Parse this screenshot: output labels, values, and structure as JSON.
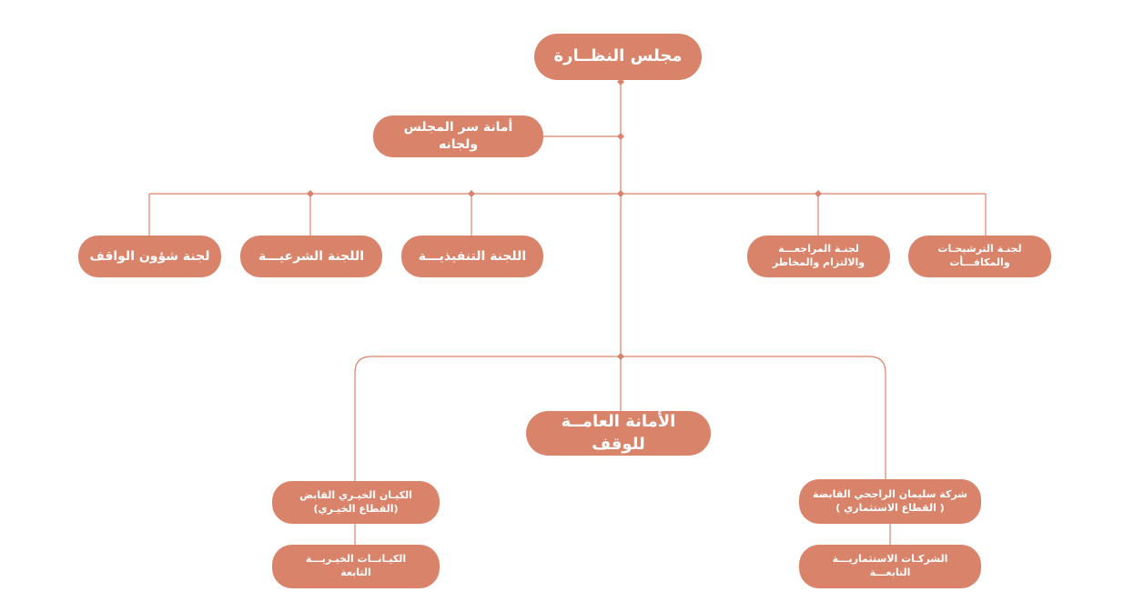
{
  "nodes": {
    "board": "مجلس النظــارة",
    "secretariat": "أمانة سر المجلس ولجانه",
    "waqif_affairs": "لجنة شؤون الواقف",
    "sharia": "اللجنة الشرعيـــة",
    "executive": "اللجنة التنفيذيـــة",
    "audit_line1": "لجنـة المراجعـــة",
    "audit_line2": "والالتزام والمخاطر",
    "nominations_line1": "لجنـة الترشيحـات",
    "nominations_line2": "والمكافـــأت",
    "general_secretariat": "الأمانة العامــة للوقف",
    "charity_holding_line1": "الكيـان الخيـري القابض",
    "charity_holding_line2": "(القطاع الخيـري)",
    "charity_entities_line1": "الكيـانــات الخيـريـــة",
    "charity_entities_line2": "التابعة",
    "sulaiman_holding_line1": "شركة سليمان الراجحي القابضة",
    "sulaiman_holding_line2": "( القطاع الاستثماري )",
    "investment_companies_line1": "الشركـات الاستثماريـــة",
    "investment_companies_line2": "التابعـــة"
  },
  "colors": {
    "node_fill": "#d9846a",
    "connector": "#d9846a",
    "node_text": "#ffffff"
  }
}
